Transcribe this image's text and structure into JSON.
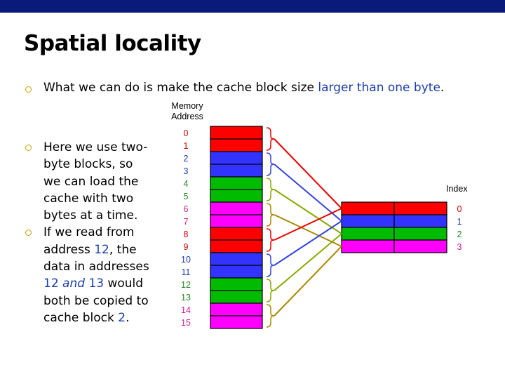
{
  "title": "Spatial locality",
  "bullet1": {
    "text_a": "What we can do is make the cache block size ",
    "text_hl": "larger than one byte",
    "text_b": "."
  },
  "bullet2": {
    "text": "Here we use two-byte blocks, so we can load the cache with two bytes at a time."
  },
  "bullet3": {
    "t1": "If we read from address ",
    "h1": "12",
    "t2": ", the data in addresses ",
    "h2": "12",
    "h3": "and",
    "h4": "13",
    "t3": " would both be copied to cache block ",
    "h5": "2",
    "t4": "."
  },
  "memory_label": "Memory Address",
  "index_label": "Index",
  "memory": {
    "addresses": [
      "0",
      "1",
      "2",
      "3",
      "4",
      "5",
      "6",
      "7",
      "8",
      "9",
      "10",
      "11",
      "12",
      "13",
      "14",
      "15"
    ],
    "colors": [
      "#ff0000",
      "#ff0000",
      "#3333ff",
      "#3333ff",
      "#00bb00",
      "#00bb00",
      "#ff00ff",
      "#ff00ff",
      "#ff0000",
      "#ff0000",
      "#3333ff",
      "#3333ff",
      "#00bb00",
      "#00bb00",
      "#ff00ff",
      "#ff00ff"
    ],
    "label_colors": [
      "#cc0000",
      "#cc0000",
      "#1a3ea8",
      "#1a3ea8",
      "#228822",
      "#228822",
      "#cc2299",
      "#cc2299",
      "#cc0000",
      "#cc0000",
      "#1a3ea8",
      "#1a3ea8",
      "#228822",
      "#228822",
      "#cc2299",
      "#cc2299"
    ]
  },
  "cache": {
    "indices": [
      "0",
      "1",
      "2",
      "3"
    ],
    "colors": [
      "#ff0000",
      "#3333ff",
      "#00bb00",
      "#ff00ff"
    ],
    "label_colors": [
      "#cc0000",
      "#1a3ea8",
      "#228822",
      "#cc2299"
    ]
  },
  "arrow_colors": [
    "#ee0000",
    "#3344dd",
    "#88aa00",
    "#aa8800"
  ]
}
